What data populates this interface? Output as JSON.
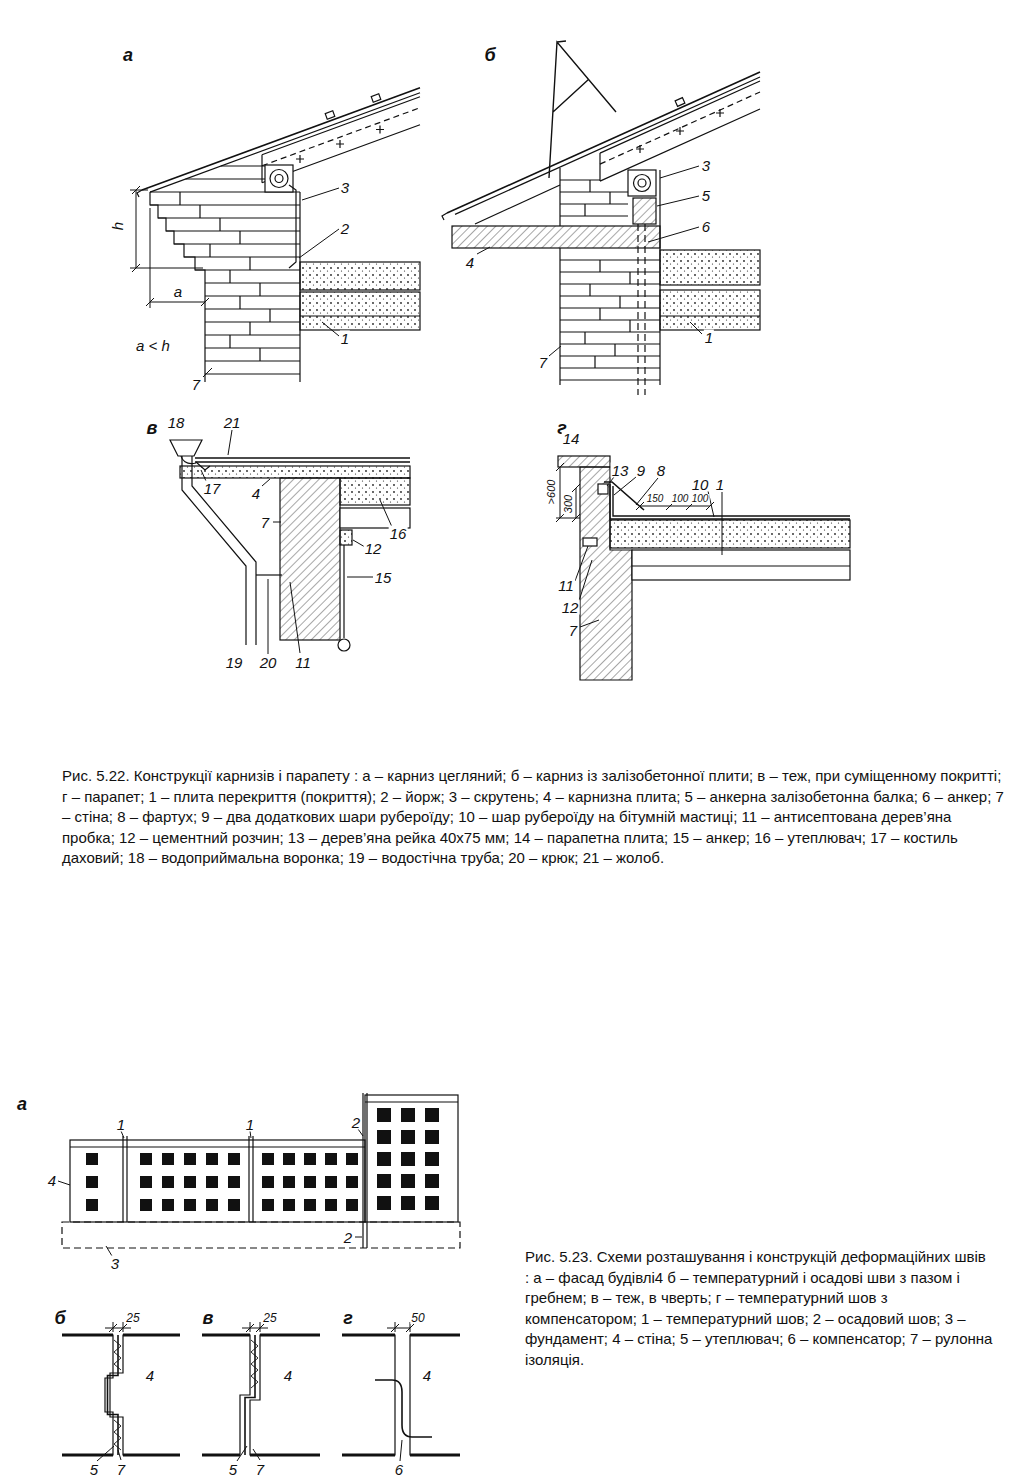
{
  "diagram": {
    "labels": [
      "а",
      "h",
      "a",
      "a < h",
      "3",
      "2",
      "7",
      "1",
      "б",
      "3",
      "5",
      "6",
      "4",
      "7",
      "1",
      "в",
      "18",
      "21",
      "17",
      "4",
      "7",
      "16",
      "12",
      "15",
      "19",
      "20",
      "11",
      "г",
      "14",
      "13",
      "9",
      "8",
      "10",
      "1",
      ">600",
      "300",
      "150",
      "100",
      "100",
      "11",
      "12",
      "7",
      "Рис. 5.22. Конструкції карнизів і парапету : а – карниз цегляний; б – карниз із залізобетонної плити; в – теж, при суміщенному покритті; г – парапет; 1 – плита перекриття (покриття); 2 – йорж; 3 – скрутень; 4 – карнизна плита; 5 – анкерна залізобетонна балка; 6 – анкер; 7 – стіна; 8 – фартух; 9 – два додаткових шари рубероїду; 10 – шар рубероїду на бітумній мастиці; 11 – антисептована дерев’яна пробка; 12 – цементний розчин; 13 – дерев’яна рейка 40х75 мм; 14 – парапетна плита; 15 – анкер; 16 – утеплювач; 17 – костиль даховий; 18 – водоприймальна воронка; 19 – водостічна труба; 20 – крюк; 21 – жолоб.",
      "а",
      "1",
      "1",
      "2",
      "4",
      "3",
      "2",
      "б",
      "25",
      "4",
      "5",
      "7",
      "в",
      "25",
      "4",
      "5",
      "7",
      "г",
      "50",
      "4",
      "6",
      "Рис. 5.23. Схеми розташування і конструкцій деформаційних швів : а – фасад будівлі4 б – температурний і осадові шви з пазом і гребнем; в – теж, в чверть; г – температурний шов з компенсатором; 1 – температурний шов; 2 – осадовий шов; 3 – фундамент; 4 – стіна; 5 – утеплювач; 6 – компенсатор; 7 – рулонна ізоляція."
    ]
  }
}
